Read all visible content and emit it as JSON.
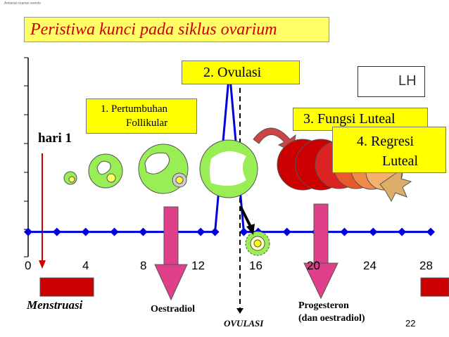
{
  "top_note": "Antisnal ovarian events",
  "title": "Peristiwa kunci pada siklus ovarium",
  "stages": {
    "ovulation": "2.  Ovulasi",
    "follicular_line1": "1. Pertumbuhan",
    "follicular_line2": "Follikular",
    "luteal": "3. Fungsi Luteal",
    "regression_line1": "4. Regresi",
    "regression_line2": "Luteal"
  },
  "legend": {
    "label": "LH"
  },
  "day_label": "hari 1",
  "x_ticks": [
    "0",
    "4",
    "8",
    "12",
    "16",
    "20",
    "24",
    "28"
  ],
  "labels": {
    "menstruation": "Menstruasi",
    "estradiol": "Oestradiol",
    "ovulation_marker": "OVULASI",
    "progesterone_line1": "Progesteron",
    "progesterone_line2": "(dan oestradiol)",
    "page_number": "22"
  },
  "colors": {
    "lh_line": "#0000dd",
    "follicle": "#99ee55",
    "corpus_luteum": "#cc0000",
    "title_bg": "#ffff66",
    "title_text": "#cc0000",
    "box_bg": "#ffff00",
    "hormone_arrow": "#e0408a",
    "menstruation_bar": "#cc0000"
  },
  "chart_data": {
    "type": "line",
    "x": [
      0,
      2,
      4,
      6,
      8,
      10,
      12,
      13,
      14,
      15,
      16,
      18,
      20,
      22,
      24,
      26,
      28
    ],
    "series": [
      {
        "name": "LH",
        "values": [
          1,
          1,
          1,
          1,
          1,
          1,
          1,
          1,
          7.5,
          1,
          1,
          1,
          1,
          1,
          1,
          1,
          1
        ]
      }
    ],
    "xlim": [
      0,
      28
    ],
    "ylim": [
      0,
      8
    ],
    "legend": "top-right"
  }
}
